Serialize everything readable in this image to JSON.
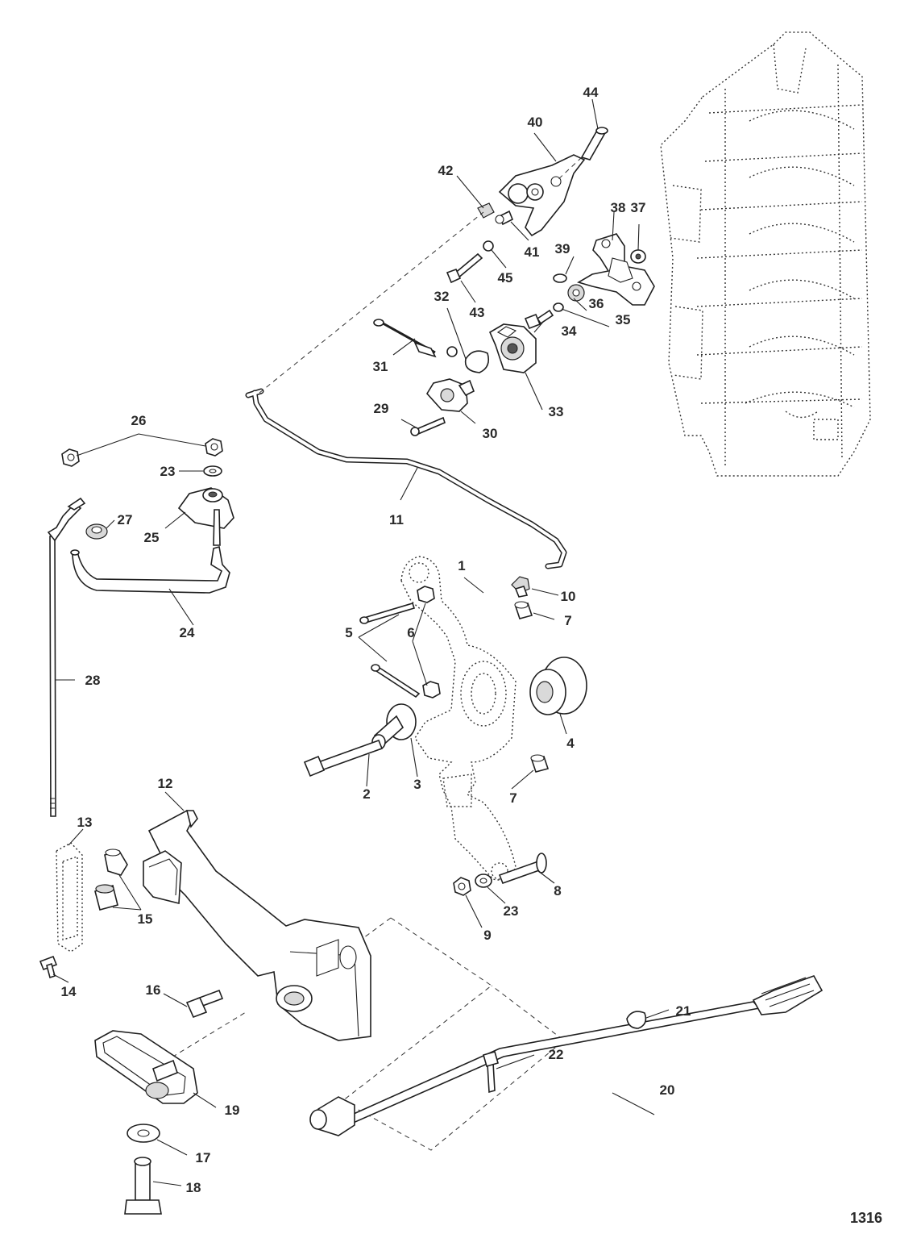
{
  "figure_number": "1316",
  "callouts": [
    "1",
    "2",
    "3",
    "4",
    "5",
    "6",
    "7",
    "7",
    "8",
    "9",
    "10",
    "11",
    "12",
    "13",
    "14",
    "15",
    "16",
    "17",
    "18",
    "19",
    "20",
    "21",
    "22",
    "23",
    "23",
    "24",
    "25",
    "26",
    "27",
    "28",
    "29",
    "30",
    "31",
    "32",
    "33",
    "34",
    "35",
    "36",
    "37",
    "38",
    "39",
    "40",
    "41",
    "42",
    "43",
    "44",
    "45"
  ]
}
